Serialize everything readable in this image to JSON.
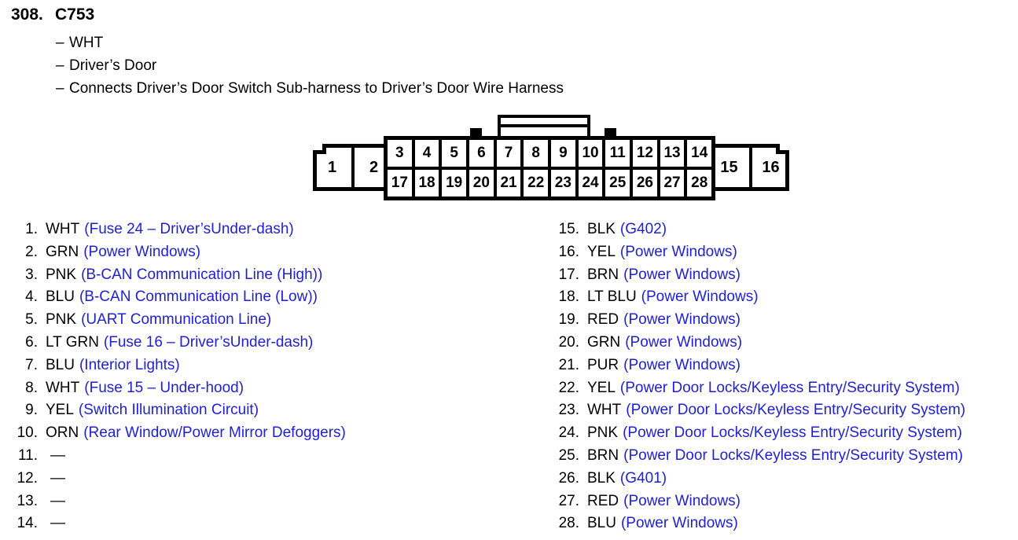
{
  "header": {
    "number": "308.",
    "title": "C753",
    "details": [
      {
        "dash": "–",
        "text": "WHT"
      },
      {
        "dash": "–",
        "text": "Driver’s Door"
      },
      {
        "dash": "–",
        "text": "Connects Driver’s Door Switch Sub-harness to Driver’s Door Wire Harness"
      }
    ]
  },
  "colors": {
    "text": "#000000",
    "description": "#1f1fd4",
    "outline": "#000000",
    "background": "#ffffff"
  },
  "connector": {
    "left_end_pins": [
      "1",
      "2"
    ],
    "right_end_pins": [
      "15",
      "16"
    ],
    "grid_top_pins": [
      "3",
      "4",
      "5",
      "6",
      "7",
      "8",
      "9",
      "10",
      "11",
      "12",
      "13",
      "14"
    ],
    "grid_bottom_pins": [
      "17",
      "18",
      "19",
      "20",
      "21",
      "22",
      "23",
      "24",
      "25",
      "26",
      "27",
      "28"
    ],
    "tabs_above_pins": [
      "6",
      "11"
    ],
    "latch_spans_pins": [
      "7",
      "8",
      "9",
      "10"
    ]
  },
  "pins_left": [
    {
      "index": "1.",
      "color": "WHT",
      "desc": "(Fuse 24 – Driver’sUnder-dash)"
    },
    {
      "index": "2.",
      "color": "GRN",
      "desc": "(Power Windows)"
    },
    {
      "index": "3.",
      "color": "PNK",
      "desc": "(B-CAN Communication Line (High))"
    },
    {
      "index": "4.",
      "color": "BLU",
      "desc": "(B-CAN Communication Line (Low))"
    },
    {
      "index": "5.",
      "color": "PNK",
      "desc": "(UART Communication Line)"
    },
    {
      "index": "6.",
      "color": "LT GRN",
      "desc": "(Fuse 16 – Driver’sUnder-dash)"
    },
    {
      "index": "7.",
      "color": "BLU",
      "desc": "(Interior Lights)"
    },
    {
      "index": "8.",
      "color": "WHT",
      "desc": "(Fuse 15 – Under-hood)"
    },
    {
      "index": "9.",
      "color": "YEL",
      "desc": "(Switch Illumination Circuit)"
    },
    {
      "index": "10.",
      "color": "ORN",
      "desc": "(Rear Window/Power Mirror Defoggers)"
    },
    {
      "index": "11.",
      "color": "",
      "desc": "",
      "dash": "—"
    },
    {
      "index": "12.",
      "color": "",
      "desc": "",
      "dash": "—"
    },
    {
      "index": "13.",
      "color": "",
      "desc": "",
      "dash": "—"
    },
    {
      "index": "14.",
      "color": "",
      "desc": "",
      "dash": "—"
    }
  ],
  "pins_right": [
    {
      "index": "15.",
      "color": "BLK",
      "desc": "(G402)"
    },
    {
      "index": "16.",
      "color": "YEL",
      "desc": "(Power Windows)"
    },
    {
      "index": "17.",
      "color": "BRN",
      "desc": "(Power Windows)"
    },
    {
      "index": "18.",
      "color": "LT BLU",
      "desc": "(Power Windows)"
    },
    {
      "index": "19.",
      "color": "RED",
      "desc": "(Power Windows)"
    },
    {
      "index": "20.",
      "color": "GRN",
      "desc": "(Power Windows)"
    },
    {
      "index": "21.",
      "color": "PUR",
      "desc": "(Power Windows)"
    },
    {
      "index": "22.",
      "color": "YEL",
      "desc": "(Power Door Locks/Keyless Entry/Security System)"
    },
    {
      "index": "23.",
      "color": "WHT",
      "desc": "(Power Door Locks/Keyless Entry/Security System)"
    },
    {
      "index": "24.",
      "color": "PNK",
      "desc": "(Power Door Locks/Keyless Entry/Security System)"
    },
    {
      "index": "25.",
      "color": "BRN",
      "desc": "(Power Door Locks/Keyless Entry/Security System)"
    },
    {
      "index": "26.",
      "color": "BLK",
      "desc": "(G401)"
    },
    {
      "index": "27.",
      "color": "RED",
      "desc": "(Power Windows)"
    },
    {
      "index": "28.",
      "color": "BLU",
      "desc": "(Power Windows)"
    }
  ]
}
